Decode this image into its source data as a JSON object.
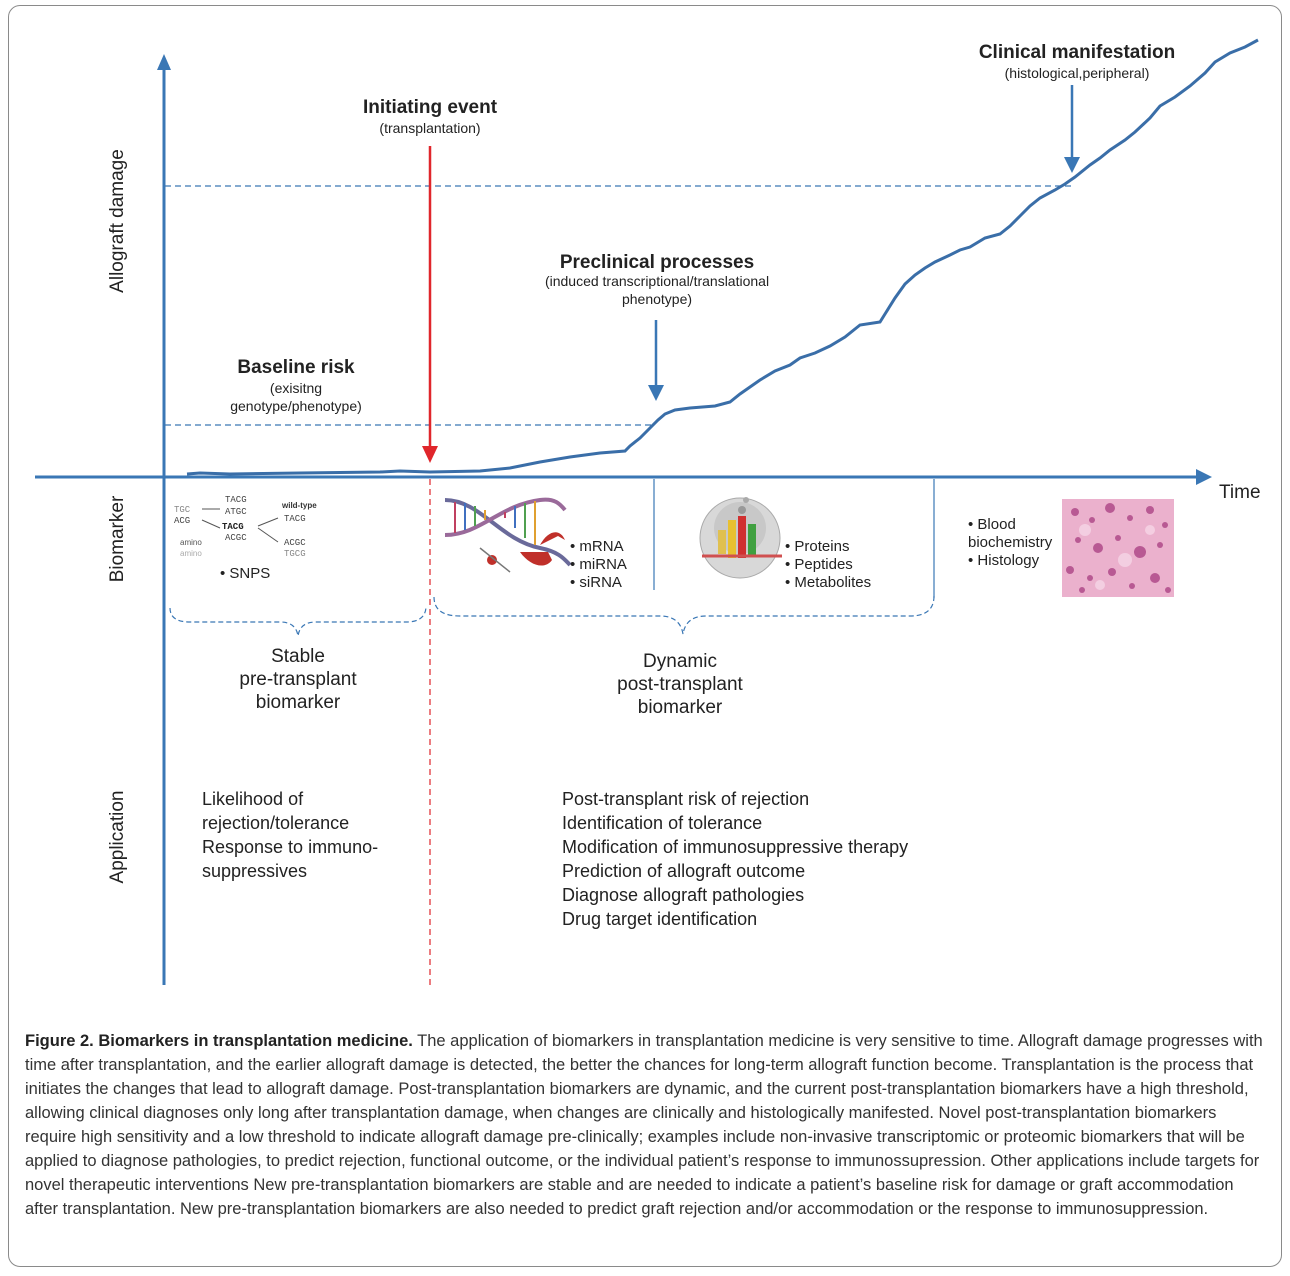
{
  "axes": {
    "y_label": "Allograft damage",
    "x_label": "Time",
    "row_biomarker": "Biomarker",
    "row_application": "Application"
  },
  "events": {
    "initiating": {
      "title": "Initiating event",
      "sub": "(transplantation)"
    },
    "clinical": {
      "title": "Clinical manifestation",
      "sub": "(histological,peripheral)"
    },
    "preclinical": {
      "title": "Preclinical processes",
      "sub1": "(induced transcriptional/translational",
      "sub2": "phenotype)"
    },
    "baseline": {
      "title": "Baseline risk",
      "sub1": "(exisitng",
      "sub2": "genotype/phenotype)"
    }
  },
  "biomarkers": {
    "snps": "SNPS",
    "rna": [
      "mRNA",
      "miRNA",
      "siRNA"
    ],
    "protein": [
      "Proteins",
      "Peptides",
      "Metabolites"
    ],
    "clinical": [
      "Blood biochemistry",
      "Histology"
    ],
    "stable_line1": "Stable",
    "stable_line2": "pre-transplant biomarker",
    "dynamic_line1": "Dynamic",
    "dynamic_line2": "post-transplant biomarker",
    "snp_image_text": {
      "wildtype": "wild-type",
      "amino": "amino",
      "amino2": "amino",
      "rows": [
        "TGC",
        "TACG",
        "ACG",
        "ATGC",
        "TACG",
        "TACG",
        "ACGC",
        "ACGC",
        "TGCG"
      ]
    }
  },
  "applications": {
    "stable": [
      "Likelihood of",
      "rejection/tolerance",
      "Response to immuno-",
      "suppressives"
    ],
    "dynamic": [
      "Post-transplant risk of rejection",
      "Identification of tolerance",
      "Modification of immunosuppressive therapy",
      "Prediction of allograft outcome",
      "Diagnose allograft pathologies",
      "Drug target identification"
    ]
  },
  "caption": {
    "title": "Figure 2. Biomarkers in transplantation medicine.",
    "text": " The application of biomarkers in transplantation medicine is very sensitive to time. Allograft damage progresses with time after transplantation, and the earlier allograft damage is detected, the better the chances for long-term allograft function become. Transplantation is the process that initiates the changes that lead to allograft damage. Post-transplantation biomarkers are dynamic, and the current post-transplantation biomarkers have a high threshold, allowing clinical diagnoses only long after transplantation damage, when changes are clinically and histologically manifested. Novel post-transplantation biomarkers require high sensitivity and a low threshold to indicate allograft damage pre-clinically; examples include non-invasive transcriptomic or proteomic biomarkers that will be applied to diagnose pathologies, to predict rejection, functional outcome, or the individual patient’s response to immunossupression. Other applications include targets for novel therapeutic interventions New pre-transplantation biomarkers are stable and are needed to indicate a patient’s baseline risk for damage or graft accommodation after transplantation. New pre-transplantation biomarkers are also needed to predict graft rejection and/or accommodation or the response to immunosuppression."
  },
  "colors": {
    "axis": "#3a77b5",
    "event_arrow": "#e0262b",
    "curve": "#3a6ea8"
  }
}
